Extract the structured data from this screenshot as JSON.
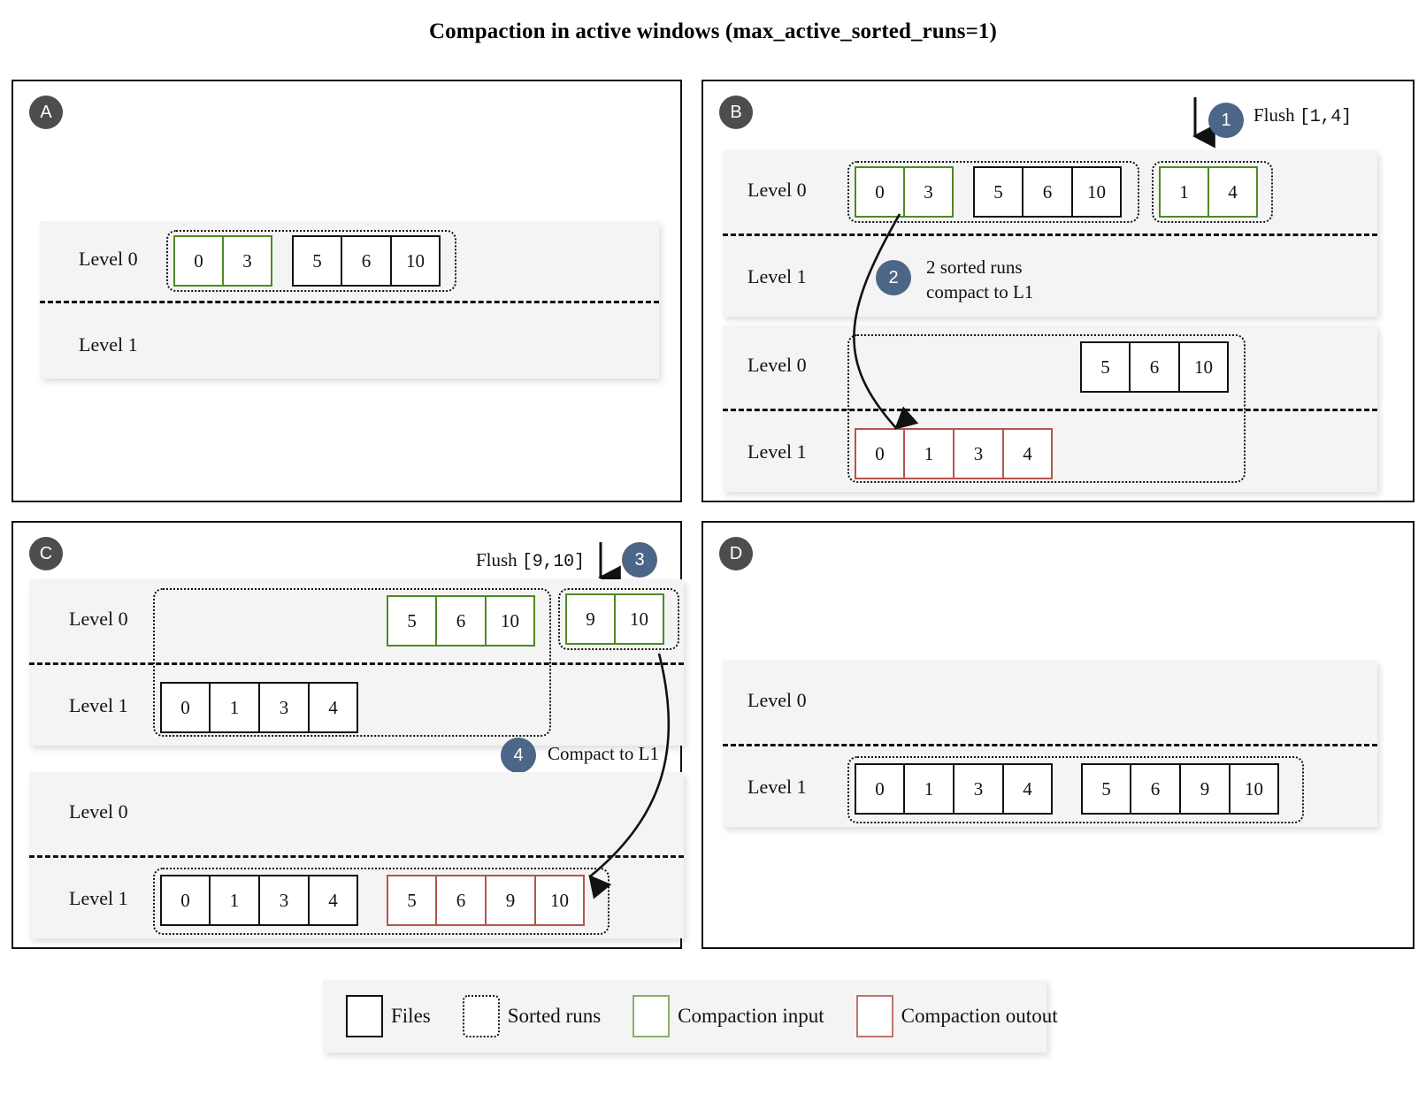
{
  "title": "Compaction in active windows (max_active_sorted_runs=1)",
  "colors": {
    "file_border": "#111111",
    "compaction_input": "#4d8a23",
    "compaction_output": "#b4554e",
    "step_badge": "#4c6688",
    "panel_badge": "#4d4d4d",
    "band_bg": "#f4f4f4"
  },
  "level_labels": {
    "l0": "Level 0",
    "l1": "Level 1"
  },
  "panels": [
    {
      "id": "A",
      "badge": "A",
      "states": [
        {
          "level0": [
            {
              "kind": "compaction-input",
              "files": [
                "0",
                "3"
              ]
            },
            {
              "kind": "file",
              "files": [
                "5",
                "6",
                "10"
              ]
            }
          ],
          "level1": []
        }
      ]
    },
    {
      "id": "B",
      "badge": "B",
      "annotations": [
        {
          "step": "1",
          "label": "Flush",
          "range": "[1,4]"
        },
        {
          "step": "2",
          "label_line1": "2 sorted runs",
          "label_line2": "compact to L1"
        }
      ],
      "states": [
        {
          "level0": [
            {
              "kind": "compaction-input",
              "files": [
                "0",
                "3"
              ]
            },
            {
              "kind": "file",
              "files": [
                "5",
                "6",
                "10"
              ]
            },
            {
              "kind": "compaction-input",
              "files": [
                "1",
                "4"
              ]
            }
          ],
          "level1": []
        },
        {
          "level0": [
            {
              "kind": "file",
              "files": [
                "5",
                "6",
                "10"
              ]
            }
          ],
          "level1": [
            {
              "kind": "compaction-output",
              "files": [
                "0",
                "1",
                "3",
                "4"
              ]
            }
          ]
        }
      ]
    },
    {
      "id": "C",
      "badge": "C",
      "annotations": [
        {
          "step": "3",
          "label": "Flush",
          "range": "[9,10]"
        },
        {
          "step": "4",
          "label": "Compact to L1"
        }
      ],
      "states": [
        {
          "level0": [
            {
              "kind": "compaction-input",
              "files": [
                "5",
                "6",
                "10"
              ]
            },
            {
              "kind": "compaction-input",
              "files": [
                "9",
                "10"
              ]
            }
          ],
          "level1": [
            {
              "kind": "file",
              "files": [
                "0",
                "1",
                "3",
                "4"
              ]
            }
          ]
        },
        {
          "level0": [],
          "level1": [
            {
              "kind": "file",
              "files": [
                "0",
                "1",
                "3",
                "4"
              ]
            },
            {
              "kind": "compaction-output",
              "files": [
                "5",
                "6",
                "9",
                "10"
              ]
            }
          ]
        }
      ]
    },
    {
      "id": "D",
      "badge": "D",
      "states": [
        {
          "level0": [],
          "level1": [
            {
              "kind": "file",
              "files": [
                "0",
                "1",
                "3",
                "4"
              ]
            },
            {
              "kind": "file",
              "files": [
                "5",
                "6",
                "9",
                "10"
              ]
            }
          ]
        }
      ]
    }
  ],
  "legend": [
    {
      "swatch": "files-swatch",
      "label": "Files"
    },
    {
      "swatch": "sorted-runs-swatch",
      "label": "Sorted runs"
    },
    {
      "swatch": "compaction-input-swatch",
      "label": "Compaction input"
    },
    {
      "swatch": "compaction-output-swatch",
      "label": "Compaction outout"
    }
  ]
}
